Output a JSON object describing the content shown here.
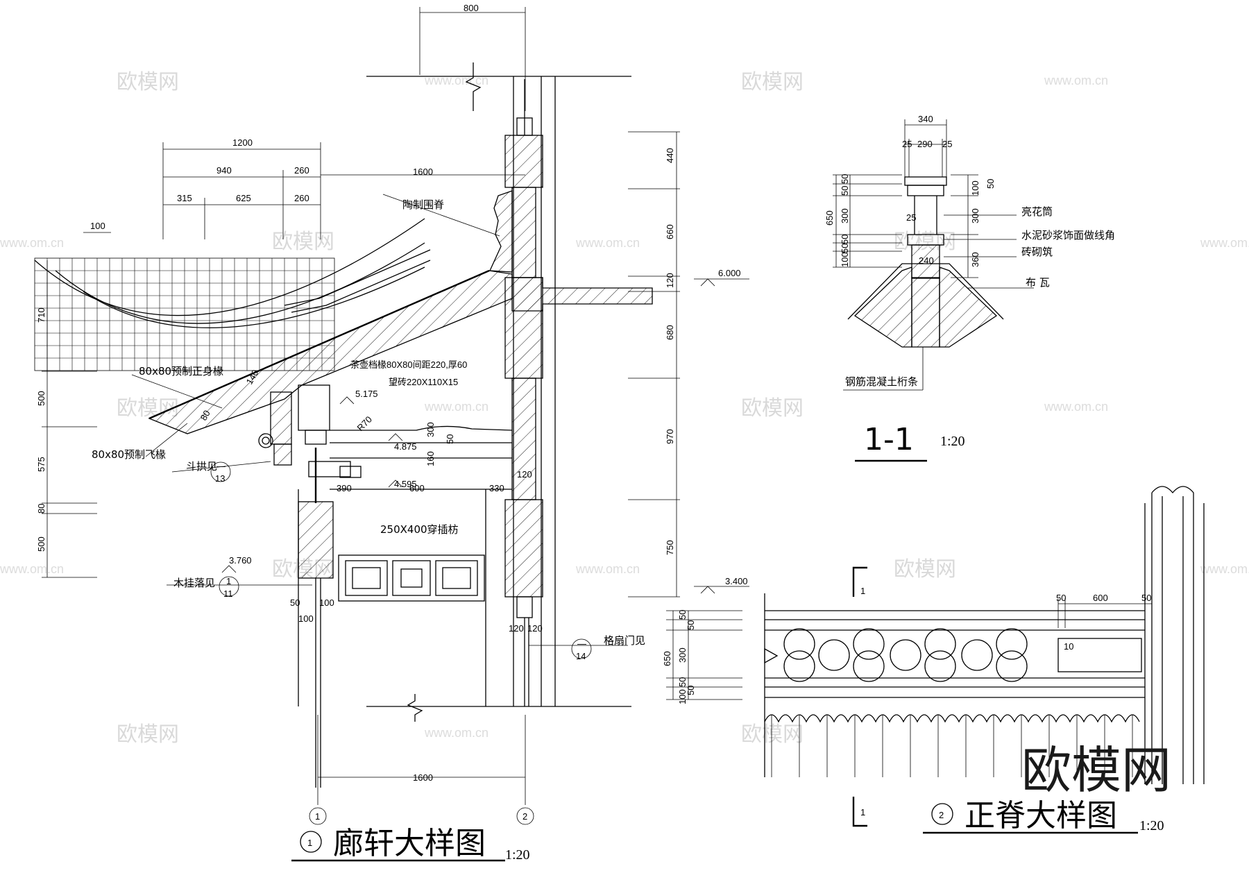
{
  "watermark": {
    "text": "欧模网",
    "url": "www.om.cn"
  },
  "brand": "欧模网",
  "detail1": {
    "title": "廊轩大样图",
    "index": "1",
    "scale": "1:20",
    "axis_left": "1",
    "axis_right": "2",
    "dims_top": [
      "800",
      "1200",
      "940",
      "260",
      "315",
      "625",
      "260",
      "100",
      "1600"
    ],
    "dims_right": [
      "440",
      "660",
      "120",
      "680",
      "970",
      "750"
    ],
    "dims_left": [
      "710",
      "500",
      "575",
      "80",
      "500"
    ],
    "dims_misc": [
      "140",
      "80",
      "R70",
      "300",
      "50",
      "160",
      "390",
      "600",
      "330",
      "120",
      "50",
      "100",
      "100",
      "120",
      "120",
      "1600"
    ],
    "elevations": [
      "6.000",
      "5.175",
      "4.875",
      "4.595",
      "3.760",
      "3.400"
    ],
    "labels": {
      "ridge": "陶制围脊",
      "rafter": "80x80预制正身椽",
      "flying_rafter": "80x80预制飞椽",
      "bracket": "斗拱见",
      "bracket_ref_top": "—",
      "bracket_ref_bottom": "13",
      "wood_hang": "木挂落见",
      "wood_hang_ref_top": "1",
      "wood_hang_ref_bottom": "11",
      "tea_pot": "茶壶档椽80X80间距220,厚60",
      "tile": "望砖220X110X15",
      "beam": "250X400穿插枋",
      "door": "格扇门见",
      "door_ref_top": "—",
      "door_ref_bottom": "14"
    }
  },
  "section11": {
    "title": "1-1",
    "scale": "1:20",
    "dims_top": [
      "340",
      "25",
      "290",
      "25"
    ],
    "dims_left": [
      "650",
      "50",
      "50",
      "300",
      "50",
      "50",
      "100"
    ],
    "dims_right": [
      "50",
      "100",
      "300",
      "360"
    ],
    "dims_inner": [
      "25",
      "240"
    ],
    "labels": {
      "flower": "亮花筒",
      "mortar": "水泥砂浆饰面做线角",
      "brick": "砖砌筑",
      "tile": "布  瓦",
      "purlin": "钢筋混凝土桁条"
    }
  },
  "detail2": {
    "title": "正脊大样图",
    "index": "2",
    "scale": "1:20",
    "section_mark": "1",
    "dims_top": [
      "50",
      "600",
      "50"
    ],
    "dims_left": [
      "650",
      "50",
      "50",
      "300",
      "50",
      "50",
      "100"
    ],
    "dim_inner": "10"
  }
}
